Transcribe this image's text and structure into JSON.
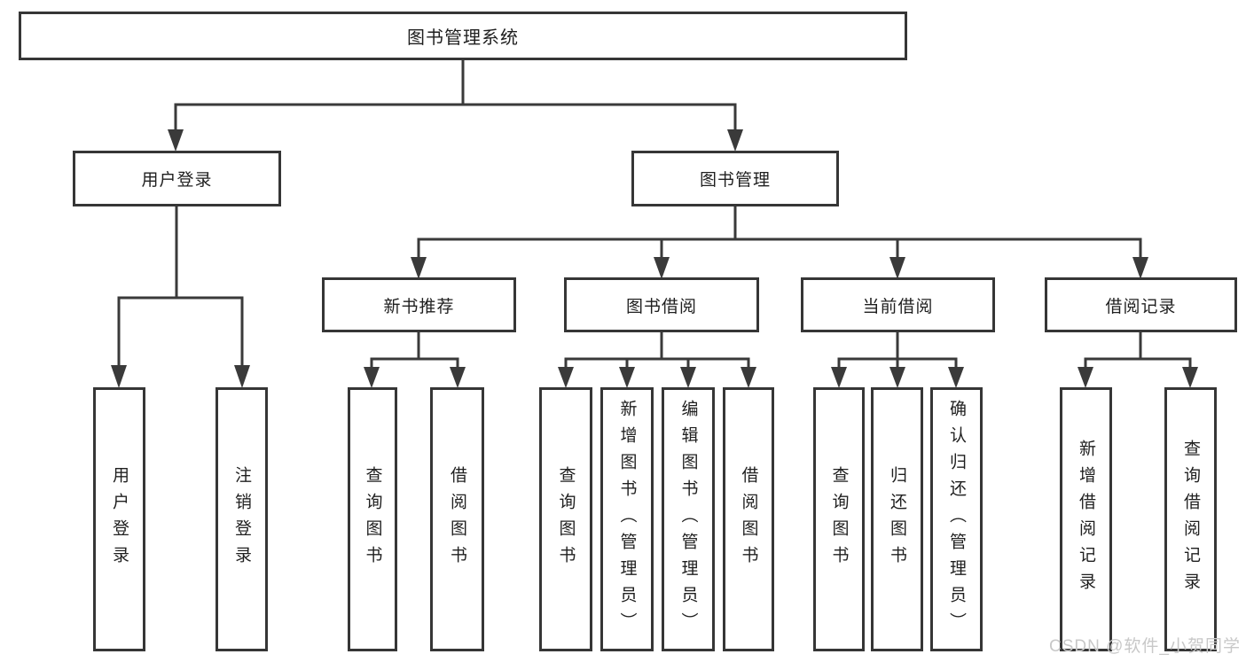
{
  "tree": {
    "label": "图书管理系统",
    "children": [
      {
        "label": "用户登录",
        "children": [
          {
            "label": "用户登录"
          },
          {
            "label": "注销登录"
          }
        ]
      },
      {
        "label": "图书管理",
        "children": [
          {
            "label": "新书推荐",
            "children": [
              {
                "label": "查询图书"
              },
              {
                "label": "借阅图书"
              }
            ]
          },
          {
            "label": "图书借阅",
            "children": [
              {
                "label": "查询图书"
              },
              {
                "label": "新增图书（管理员）"
              },
              {
                "label": "编辑图书（管理员）"
              },
              {
                "label": "借阅图书"
              }
            ]
          },
          {
            "label": "当前借阅",
            "children": [
              {
                "label": "查询图书"
              },
              {
                "label": "归还图书"
              },
              {
                "label": "确认归还（管理员）"
              }
            ]
          },
          {
            "label": "借阅记录",
            "children": [
              {
                "label": "新增借阅记录"
              },
              {
                "label": "查询借阅记录"
              }
            ]
          }
        ]
      }
    ]
  },
  "watermark": "CSDN @软件_小贺同学",
  "colors": {
    "line": "#3a3a3a",
    "box_border": "#363636",
    "text": "#1f1f1f",
    "watermark": "#c8c8c8",
    "background": "#ffffff"
  }
}
